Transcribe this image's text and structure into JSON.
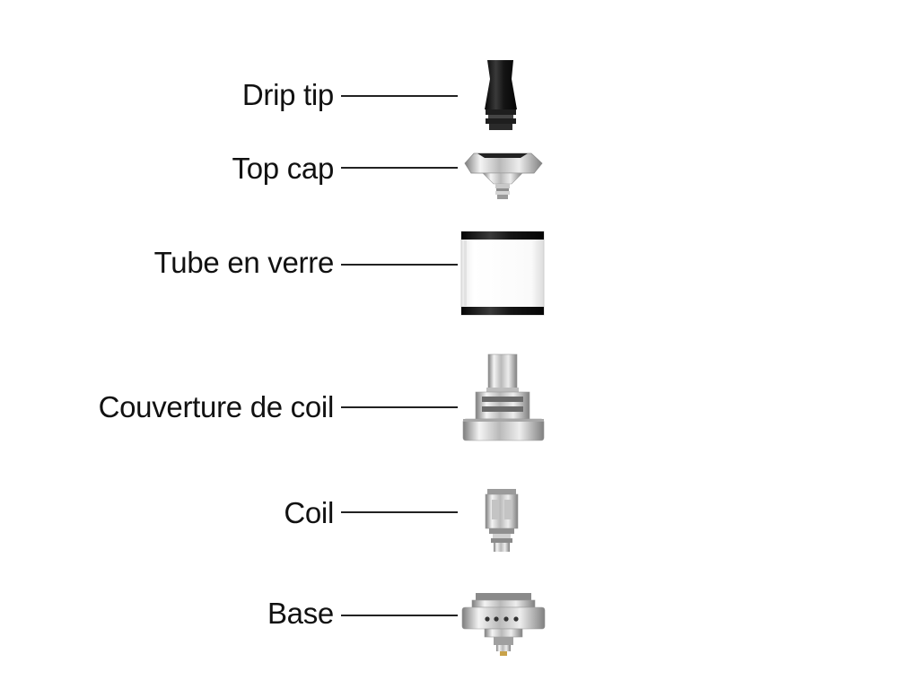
{
  "parts": [
    {
      "id": "drip-tip",
      "label": "Drip tip"
    },
    {
      "id": "top-cap",
      "label": "Top cap"
    },
    {
      "id": "tube",
      "label": "Tube en verre"
    },
    {
      "id": "coil-cover",
      "label": "Couverture de coil"
    },
    {
      "id": "coil",
      "label": "Coil"
    },
    {
      "id": "base",
      "label": "Base"
    }
  ],
  "colors": {
    "text": "#111111",
    "leader": "#222222",
    "metal_light": "#f2f2f2",
    "metal_dark": "#8a8a8a",
    "black": "#111111"
  }
}
